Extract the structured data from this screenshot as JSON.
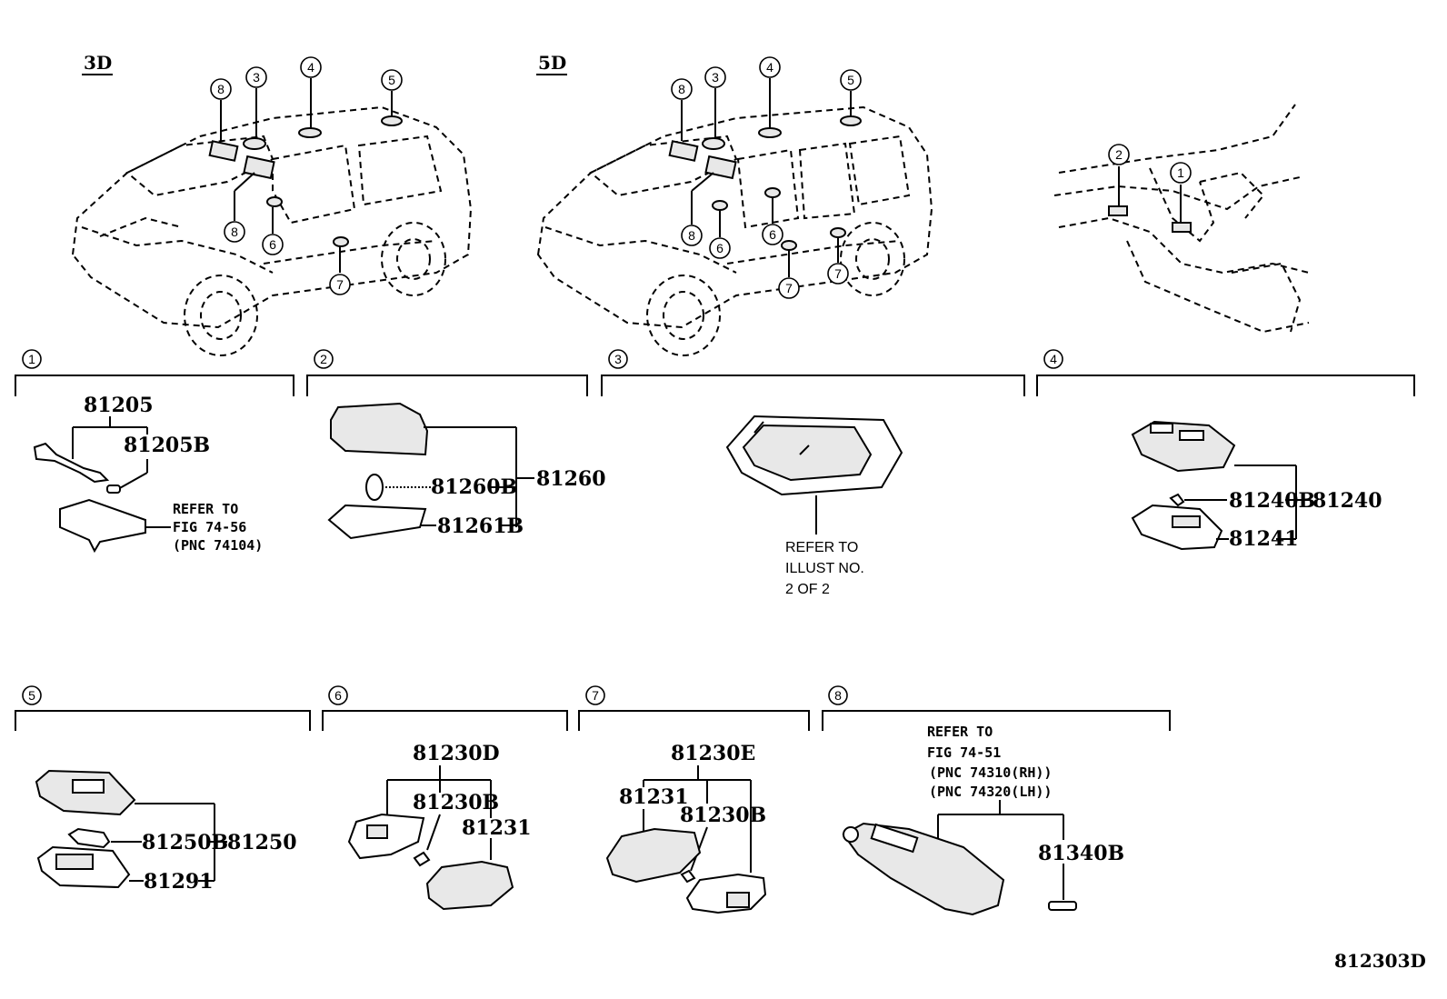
{
  "views": {
    "three_door": "3D",
    "five_door": "5D"
  },
  "callout_numbers": [
    "1",
    "2",
    "3",
    "4",
    "5",
    "6",
    "7",
    "8"
  ],
  "section1": {
    "number": "1",
    "part_assembly": "81205",
    "part_bulb": "81205B",
    "note_line1": "REFER TO",
    "note_line2": "FIG 74-56",
    "note_line3": "(PNC 74104)"
  },
  "section2": {
    "number": "2",
    "part_assembly": "81260",
    "part_bulb": "81260B",
    "part_lens": "81261B"
  },
  "section3": {
    "number": "3",
    "note_line1": "REFER TO",
    "note_line2": "ILLUST NO.",
    "note_line3": "2 OF 2"
  },
  "section4": {
    "number": "4",
    "part_assembly": "81240",
    "part_bulb": "81240B",
    "part_lens": "81241"
  },
  "section5": {
    "number": "5",
    "part_assembly": "81250",
    "part_bulb": "81250B",
    "part_lens": "81291"
  },
  "section6": {
    "number": "6",
    "part_assembly": "81230D",
    "part_bulb": "81230B",
    "part_lens": "81231"
  },
  "section7": {
    "number": "7",
    "part_assembly": "81230E",
    "part_lens": "81231",
    "part_bulb": "81230B"
  },
  "section8": {
    "number": "8",
    "note_line1": "REFER TO",
    "note_line2": "FIG 74-51",
    "note_line3": "(PNC 74310(RH))",
    "note_line4": "(PNC 74320(LH))",
    "part_bulb": "81340B"
  },
  "illustration_code": "812303D"
}
